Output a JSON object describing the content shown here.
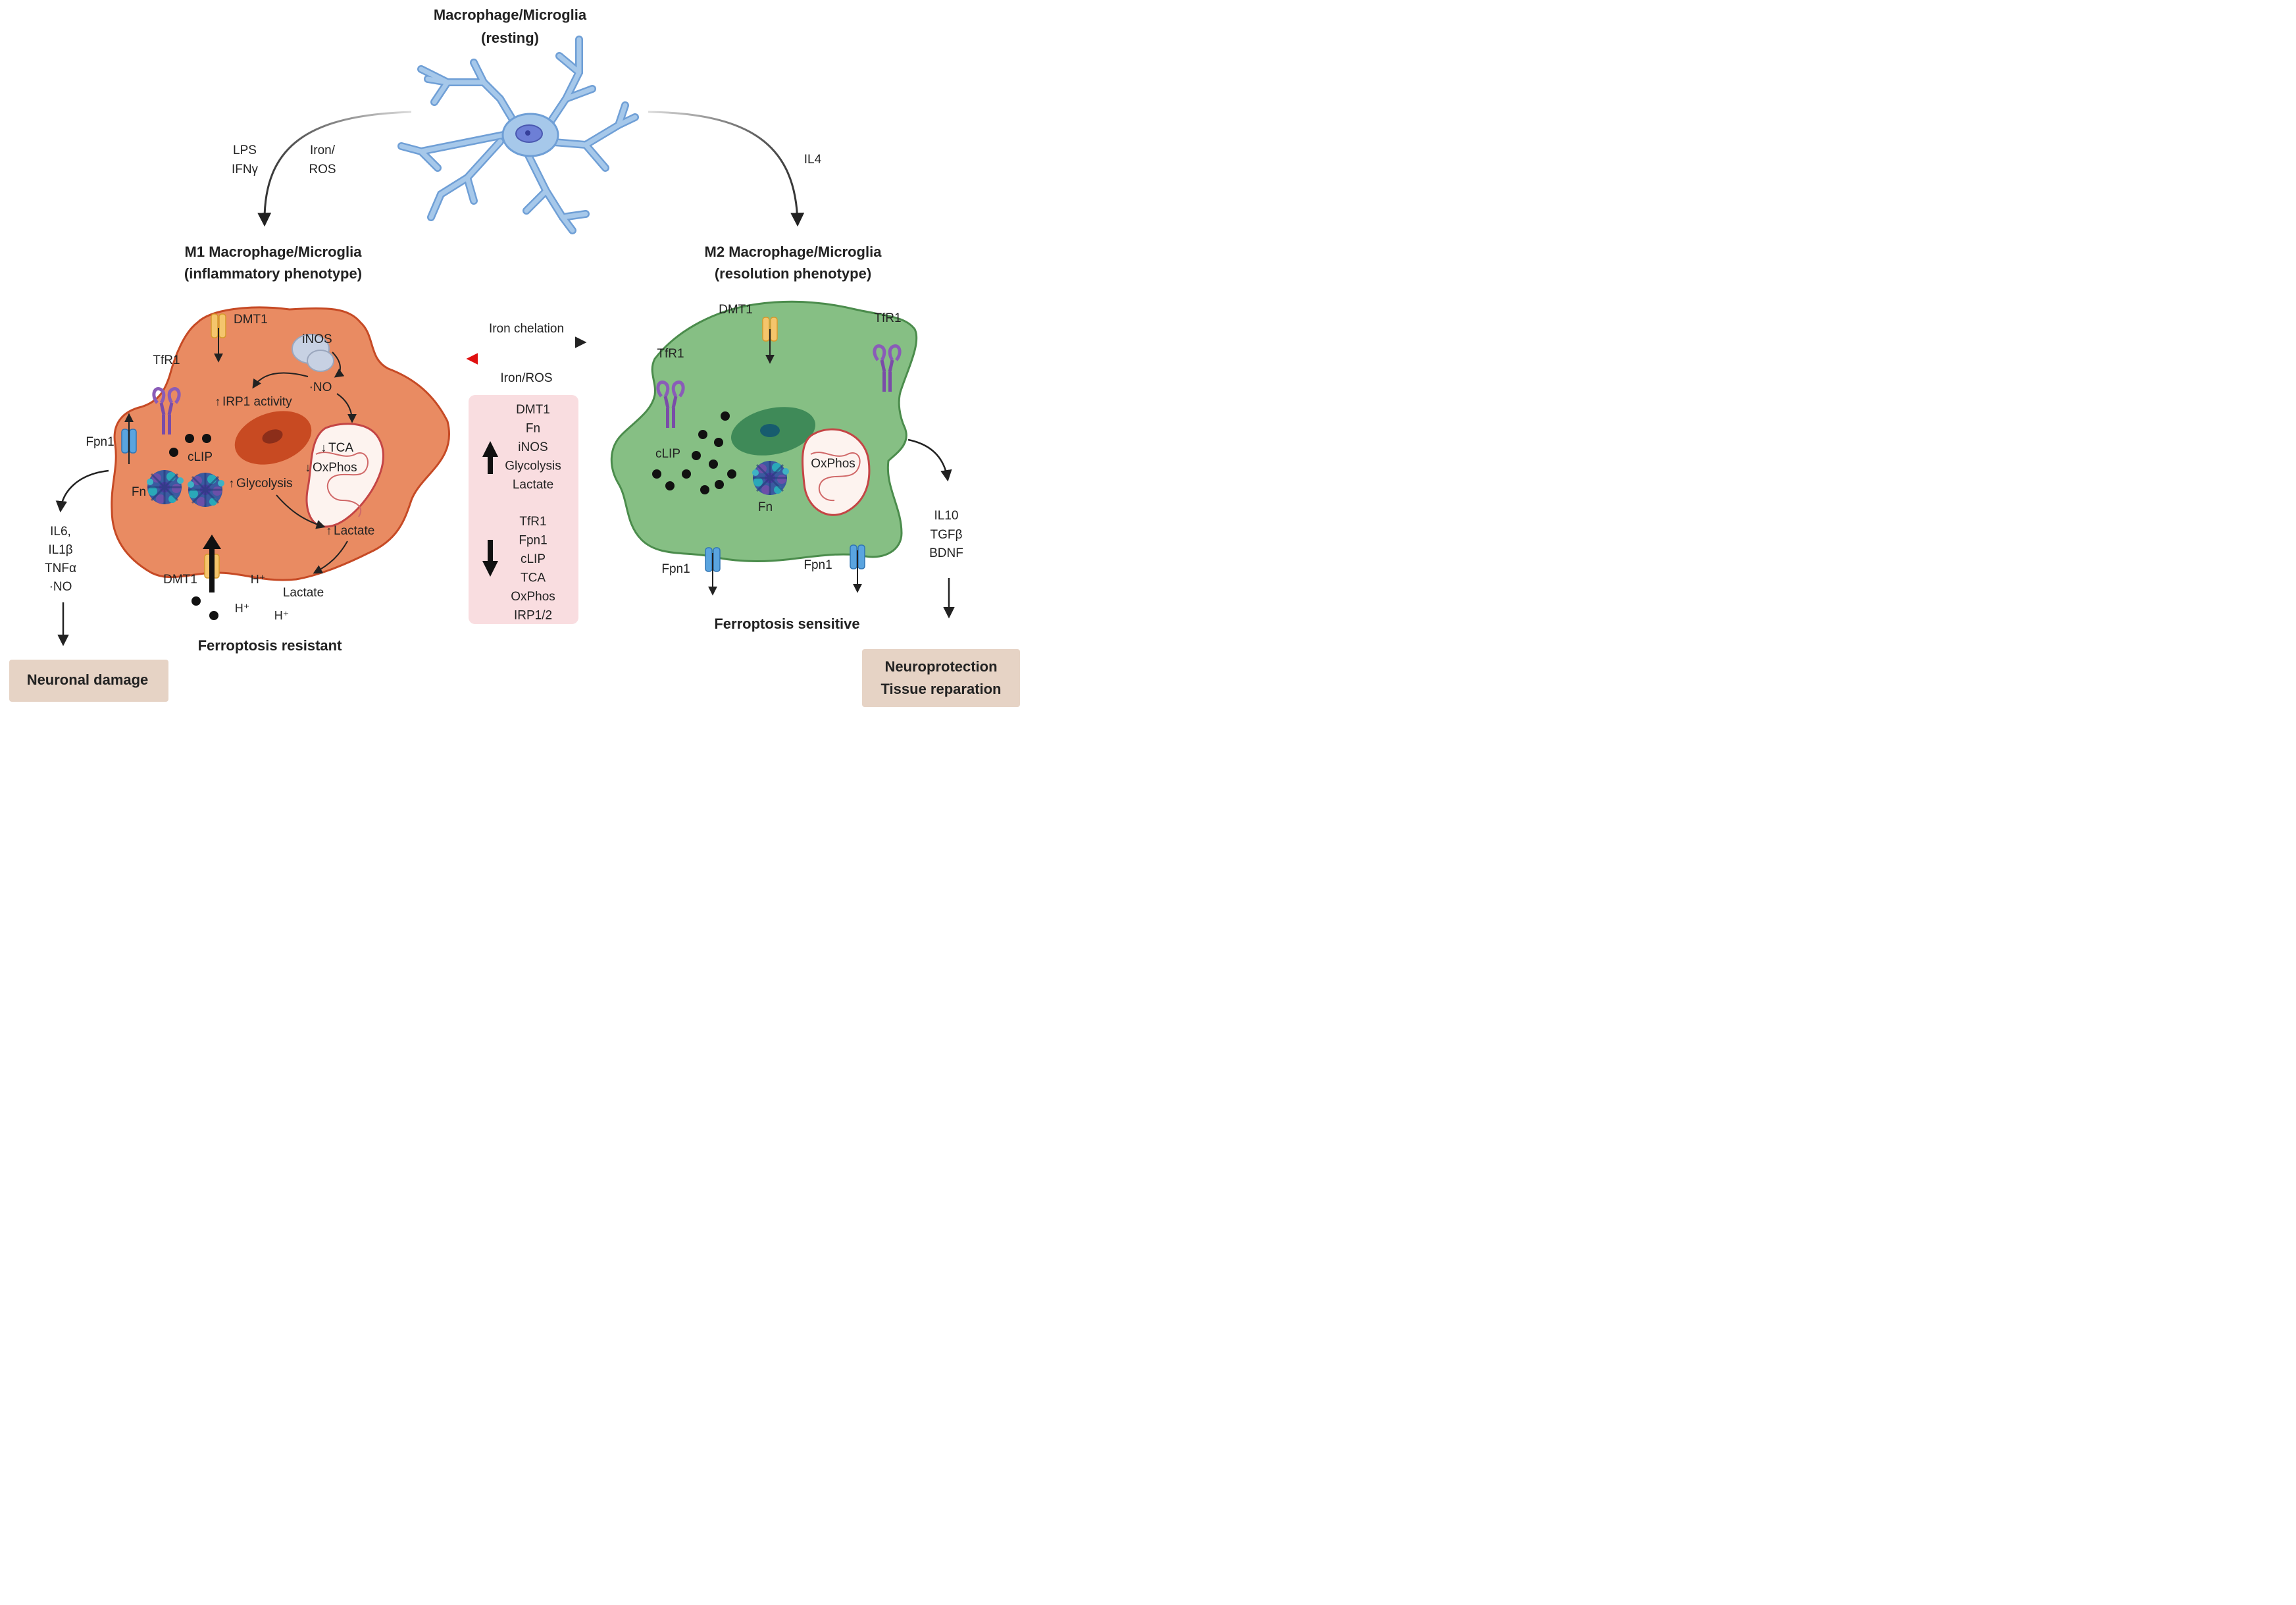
{
  "top": {
    "title_line1": "Macrophage/Microglia",
    "title_line2": "(resting)"
  },
  "arrows": {
    "left_stimulus_1": [
      "LPS",
      "IFNγ"
    ],
    "left_stimulus_2": [
      "Iron/",
      "ROS"
    ],
    "right_stimulus": "IL4"
  },
  "m1": {
    "title_line1": "M1 Macrophage/Microglia",
    "title_line2": "(inflammatory phenotype)",
    "dmt1_top": "DMT1",
    "dmt1_bottom": "DMT1",
    "tfr1": "TfR1",
    "fpn1": "Fpn1",
    "inos": "iNOS",
    "no": "·NO",
    "irp1": "IRP1 activity",
    "clip": "cLIP",
    "fn": "Fn",
    "glycolysis": "Glycolysis",
    "tca": "TCA",
    "oxphos": "OxPhos",
    "lactate_in": "Lactate",
    "lactate_out": "Lactate",
    "protons": [
      "H⁺",
      "H⁺",
      "H⁺"
    ],
    "cytokines": [
      "IL6,",
      "IL1β",
      "TNFα",
      "·NO"
    ],
    "status": "Ferroptosis resistant",
    "outcome": "Neuronal damage"
  },
  "middle": {
    "chelation": "Iron chelation",
    "iron_ros": "Iron/ROS",
    "up_list": [
      "DMT1",
      "Fn",
      "iNOS",
      "Glycolysis",
      "Lactate"
    ],
    "down_list": [
      "TfR1",
      "Fpn1",
      "cLIP",
      "TCA",
      "OxPhos",
      "IRP1/2"
    ]
  },
  "m2": {
    "title_line1": "M2 Macrophage/Microglia",
    "title_line2": "(resolution phenotype)",
    "dmt1": "DMT1",
    "tfr1_left": "TfR1",
    "tfr1_right": "TfR1",
    "clip": "cLIP",
    "fn": "Fn",
    "oxphos": "OxPhos",
    "fpn1_left": "Fpn1",
    "fpn1_right": "Fpn1",
    "cytokines": [
      "IL10",
      "TGFβ",
      "BDNF"
    ],
    "status": "Ferroptosis sensitive",
    "outcome_line1": "Neuroprotection",
    "outcome_line2": "Tissue reparation"
  },
  "colors": {
    "m1_fill": "#e98b62",
    "m1_stroke": "#c64a25",
    "m2_fill": "#86bf84",
    "m2_stroke": "#4b8c4c",
    "neuron": "#a6c8ea",
    "neuron_stroke": "#6f9fd6",
    "outcome_box": "#e6d3c5",
    "panel": "#f9dde0",
    "red_arrow": "#e01010"
  }
}
